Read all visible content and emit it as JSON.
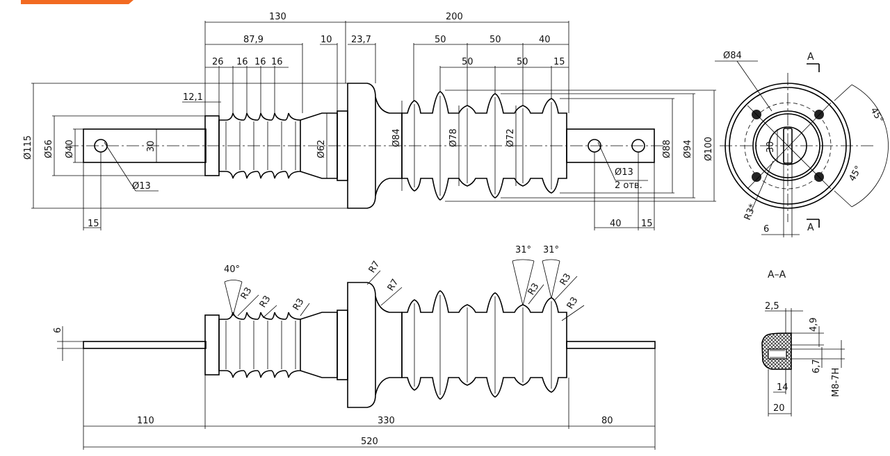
{
  "header": {
    "accent_color": "#f26a21"
  },
  "front_view": {
    "d130": "130",
    "d200": "200",
    "d87_9": "87,9",
    "d10": "10",
    "d23_7": "23,7",
    "d50a": "50",
    "d50b": "50",
    "d40a": "40",
    "d26": "26",
    "d16a": "16",
    "d16b": "16",
    "d16c": "16",
    "d50c": "50",
    "d50d": "50",
    "d15a": "15",
    "d12_1": "12,1",
    "dia115": "Ø115",
    "dia56": "Ø56",
    "dia40": "Ø40",
    "d30": "30",
    "dia62": "Ø62",
    "dia84": "Ø84",
    "dia78": "Ø78",
    "dia72": "Ø72",
    "dia88": "Ø88",
    "dia94": "Ø94",
    "dia100": "Ø100",
    "hole_left": "Ø13",
    "hole_right": "Ø13",
    "hole_count": "2 отв.",
    "d15b": "15",
    "d40b": "40",
    "d15c": "15"
  },
  "end_view": {
    "dia84": "Ø84",
    "ang45a": "45°",
    "ang45b": "45°",
    "d30": "30",
    "r3": "R3*",
    "d6": "6",
    "sec_a_top": "A",
    "sec_a_bottom": "A"
  },
  "side_view": {
    "ang40": "40°",
    "r3a": "R3",
    "r3b": "R3",
    "r3c": "R3",
    "r7a": "R7",
    "r7b": "R7",
    "ang31a": "31°",
    "ang31b": "31°",
    "r3d": "R3",
    "r3e": "R3",
    "r3f": "R3",
    "d6": "6",
    "d110": "110",
    "d330": "330",
    "d80": "80",
    "d520": "520"
  },
  "section": {
    "title": "A–A",
    "d2_5": "2,5",
    "d4_9": "4,9",
    "d6_7": "6,7",
    "d14": "14",
    "d20": "20",
    "thread": "M8-7H"
  }
}
